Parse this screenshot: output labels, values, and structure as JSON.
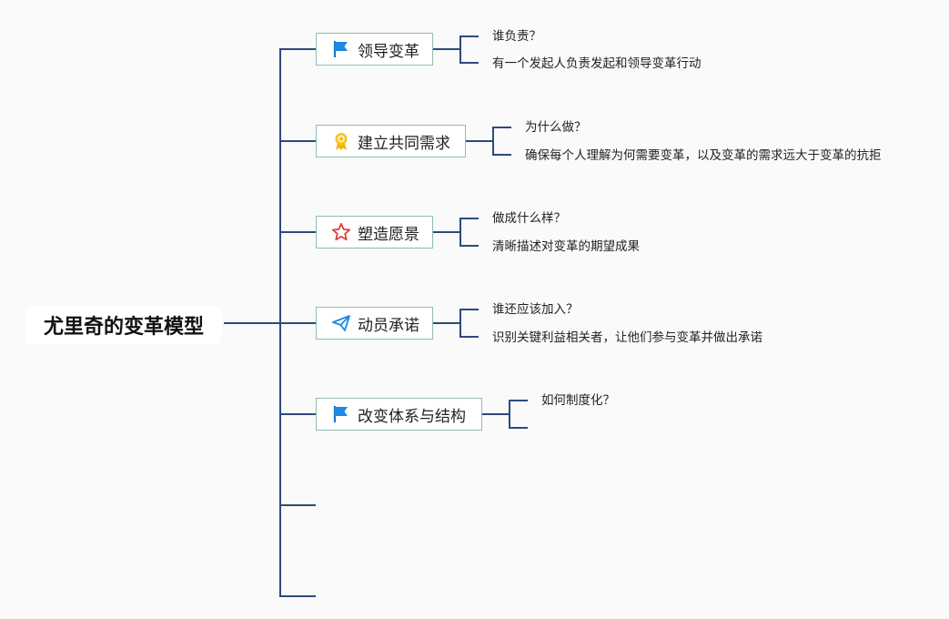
{
  "root": {
    "title": "尤里奇的变革模型"
  },
  "colors": {
    "connector": "#2e4a7d",
    "node_border": "#8fbdb0",
    "background": "#fafafa"
  },
  "branches": [
    {
      "label": "领导变革",
      "icon": "blue-flag-icon",
      "details": [
        "谁负责？",
        "有一个发起人负责发起和领导变革行动"
      ]
    },
    {
      "label": "建立共同需求",
      "icon": "award-ribbon-icon",
      "details": [
        "为什么做？",
        "确保每个人理解为何需要变革，以及变革的需求远大于变革的抗拒"
      ]
    },
    {
      "label": "塑造愿景",
      "icon": "star-icon",
      "details": [
        "做成什么样？",
        "清晰描述对变革的期望成果"
      ]
    },
    {
      "label": "动员承诺",
      "icon": "paper-plane-icon",
      "details": [
        "谁还应该加入？",
        "识别关键利益相关者，让他们参与变革并做出承诺"
      ]
    },
    {
      "label": "改变体系与结构",
      "icon": "blue-flag-icon",
      "details": [
        "如何制度化？",
        ""
      ]
    }
  ]
}
